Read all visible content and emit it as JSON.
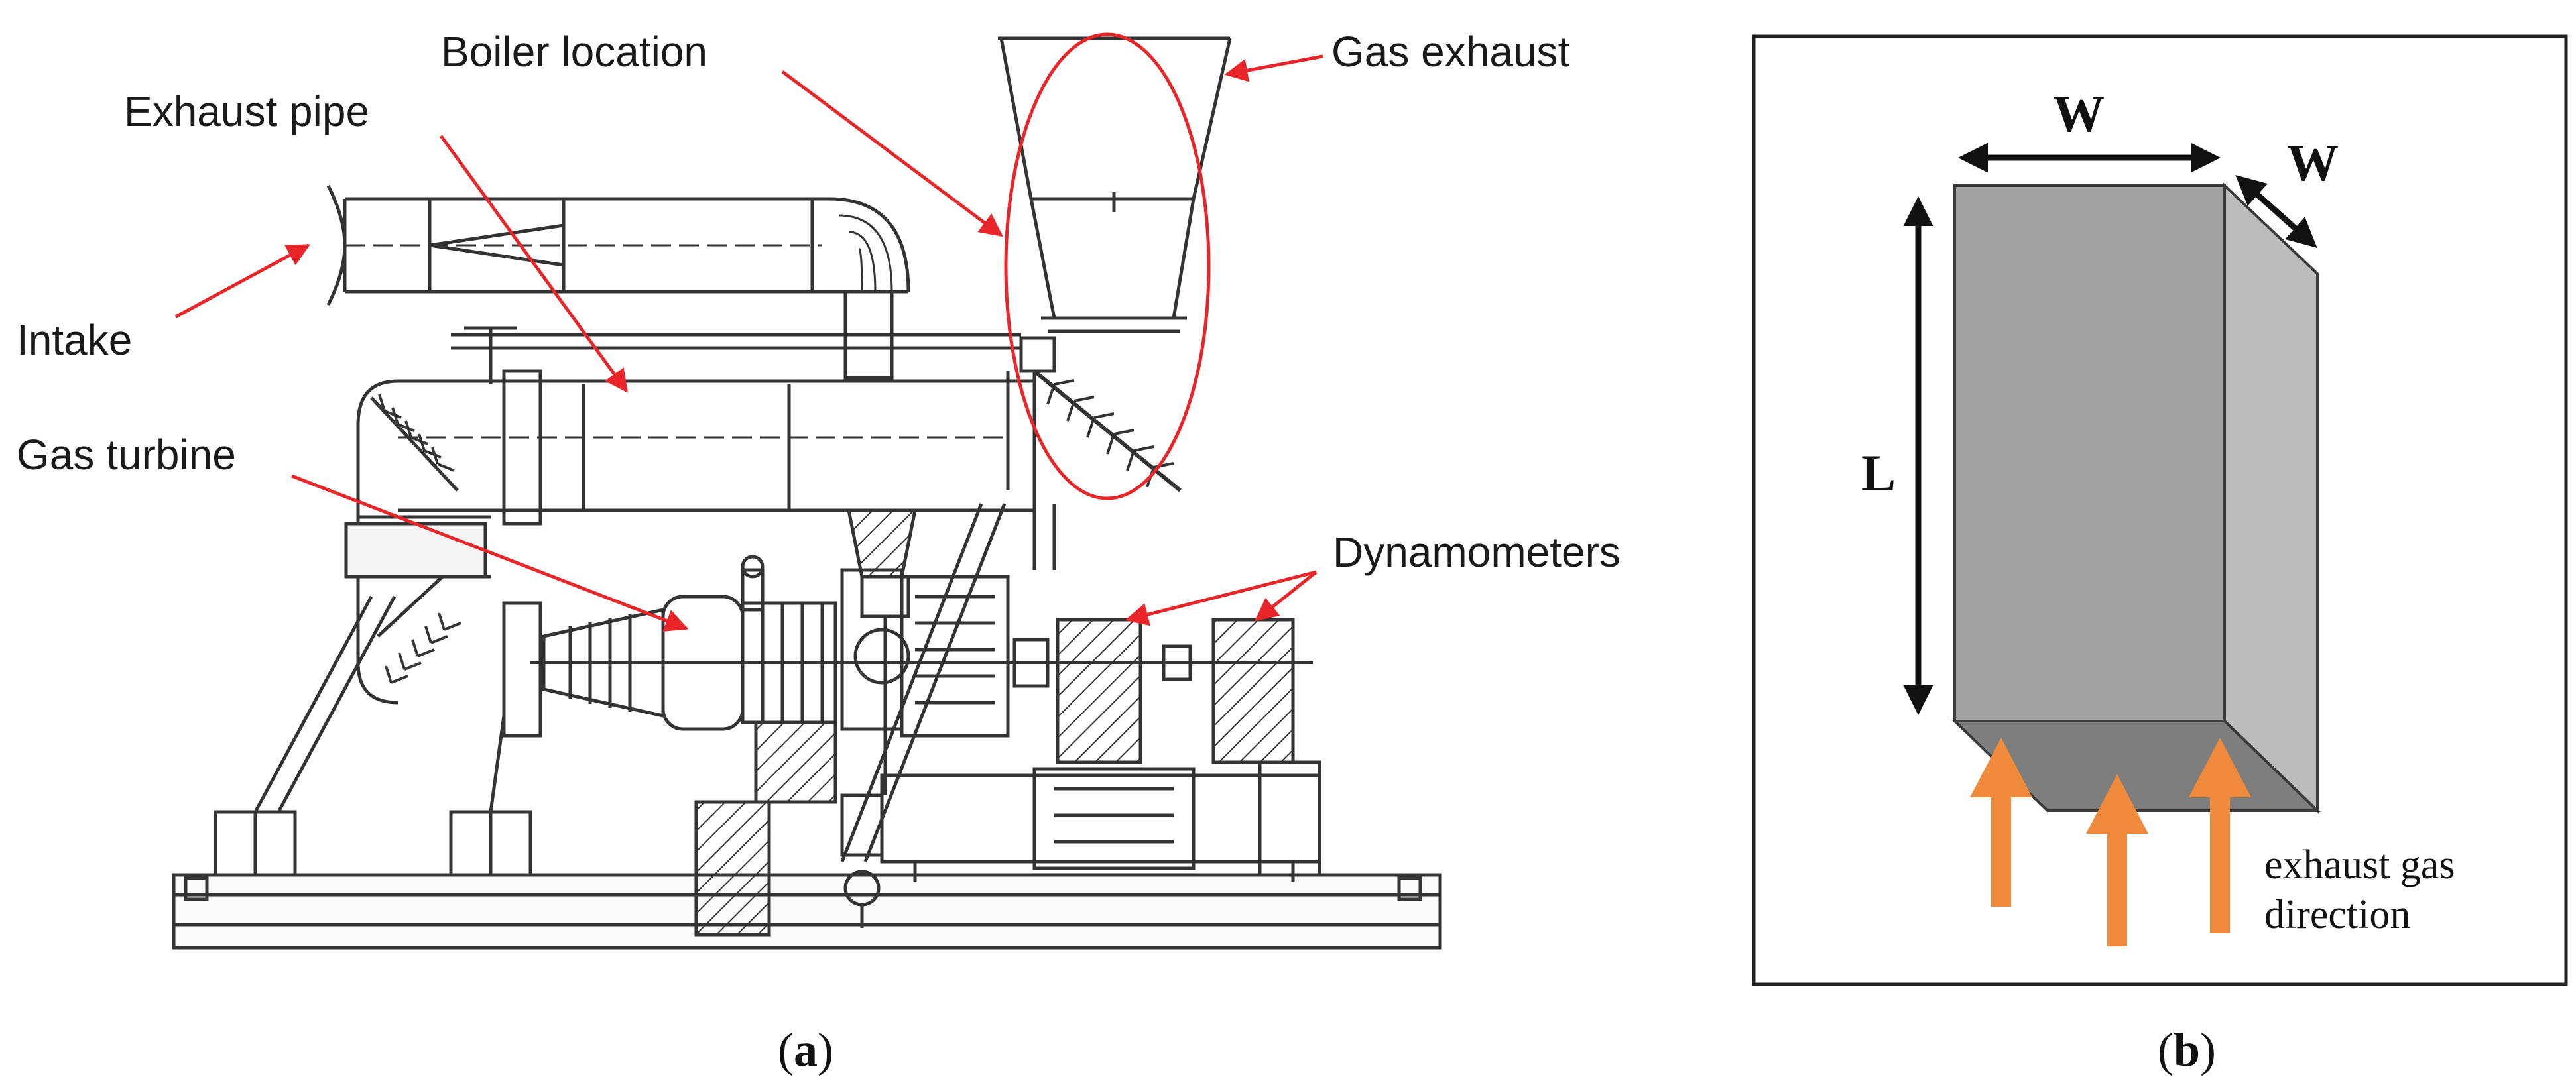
{
  "panel_a": {
    "caption_open": "(",
    "caption_letter": "a",
    "caption_close": ")",
    "labels": {
      "boiler_location": "Boiler location",
      "gas_exhaust": "Gas exhaust",
      "exhaust_pipe": "Exhaust pipe",
      "intake": "Intake",
      "gas_turbine": "Gas turbine",
      "dynamometers": "Dynamometers"
    }
  },
  "panel_b": {
    "caption_open": "(",
    "caption_letter": "b",
    "caption_close": ")",
    "dimension_w_front": "W",
    "dimension_w_depth": "W",
    "dimension_l": "L",
    "flow_label_line1": "exhaust gas",
    "flow_label_line2": "direction"
  },
  "colors": {
    "annotation": "#e8262a",
    "flow_arrow": "#ef8a3c",
    "box_front": "#a3a3a3",
    "box_side": "#bcbcbc",
    "box_bottom": "#7e7e7e",
    "line": "#2a2a2a"
  }
}
